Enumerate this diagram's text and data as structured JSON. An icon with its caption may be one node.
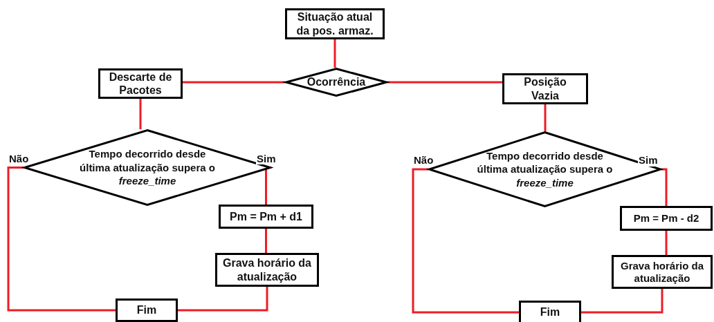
{
  "diagram": {
    "nodes": [
      {
        "text": [
          "Situação atual da pos. armaz."
        ]
      },
      {
        "text": [
          "Ocorrência"
        ]
      },
      {
        "text": [
          "Descarte de Pacotes"
        ]
      },
      {
        "text": [
          "Posição Vazia"
        ]
      },
      {
        "text": [
          "Tempo decorrido desde última atualização supera o *freeze_time*"
        ]
      },
      {
        "text": [
          "Pm = Pm + d1"
        ]
      },
      {
        "text": [
          "Grava horário da atualização"
        ]
      },
      {
        "text": [
          "Fim"
        ]
      },
      {
        "text": [
          "Tempo decorrido desde última atualização supera o *freeze_time*"
        ]
      },
      {
        "text": [
          "Pm = Pm - d2"
        ]
      },
      {
        "text": [
          "Grava horário da atualização"
        ]
      },
      {
        "text": [
          "Fim"
        ]
      }
    ],
    "edges": [
      {
        "from": 0,
        "to": 1,
        "arrow": "none"
      },
      {
        "from": 1,
        "to": 2,
        "arrow": "none"
      },
      {
        "from": 1,
        "to": 3,
        "arrow": "none"
      },
      {
        "from": 2,
        "to": 4,
        "arrow": "none"
      },
      {
        "from": 3,
        "to": 8,
        "arrow": "none"
      },
      {
        "from": 4,
        "to": 5,
        "arrow": "none",
        "label": "Sim"
      },
      {
        "from": 5,
        "to": 6,
        "arrow": "none"
      },
      {
        "from": 6,
        "to": 7,
        "arrow": "none"
      },
      {
        "from": 4,
        "to": 7,
        "arrow": "none",
        "label": "Não"
      },
      {
        "from": 8,
        "to": 9,
        "arrow": "none",
        "label": "Sim"
      },
      {
        "from": 9,
        "to": 10,
        "arrow": "none"
      },
      {
        "from": 10,
        "to": 11,
        "arrow": "none"
      },
      {
        "from": 8,
        "to": 11,
        "arrow": "none",
        "label": "Não"
      }
    ]
  }
}
